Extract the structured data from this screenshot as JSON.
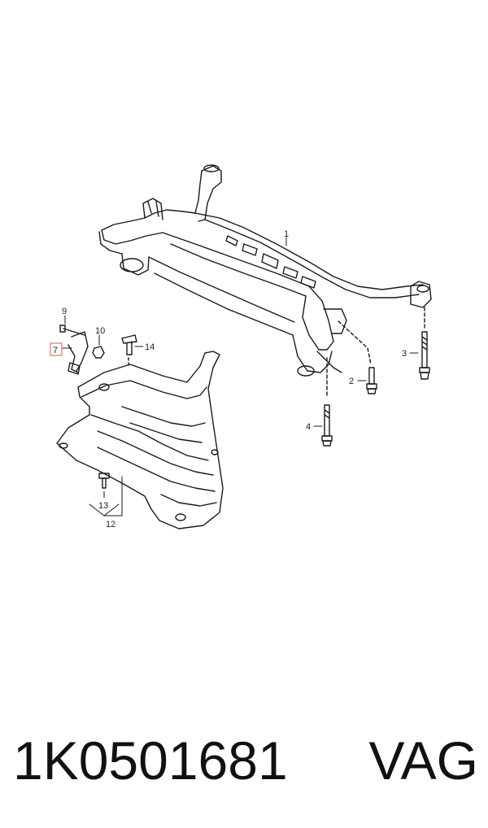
{
  "callouts": {
    "c1": "1",
    "c2": "2",
    "c3": "3",
    "c4": "4",
    "c7": "7",
    "c9": "9",
    "c10": "10",
    "c12": "12",
    "c13": "13",
    "c14": "14"
  },
  "highlight_color": "#e05a5a",
  "footer": {
    "part_number": "1K0501681",
    "brand": "VAG"
  }
}
